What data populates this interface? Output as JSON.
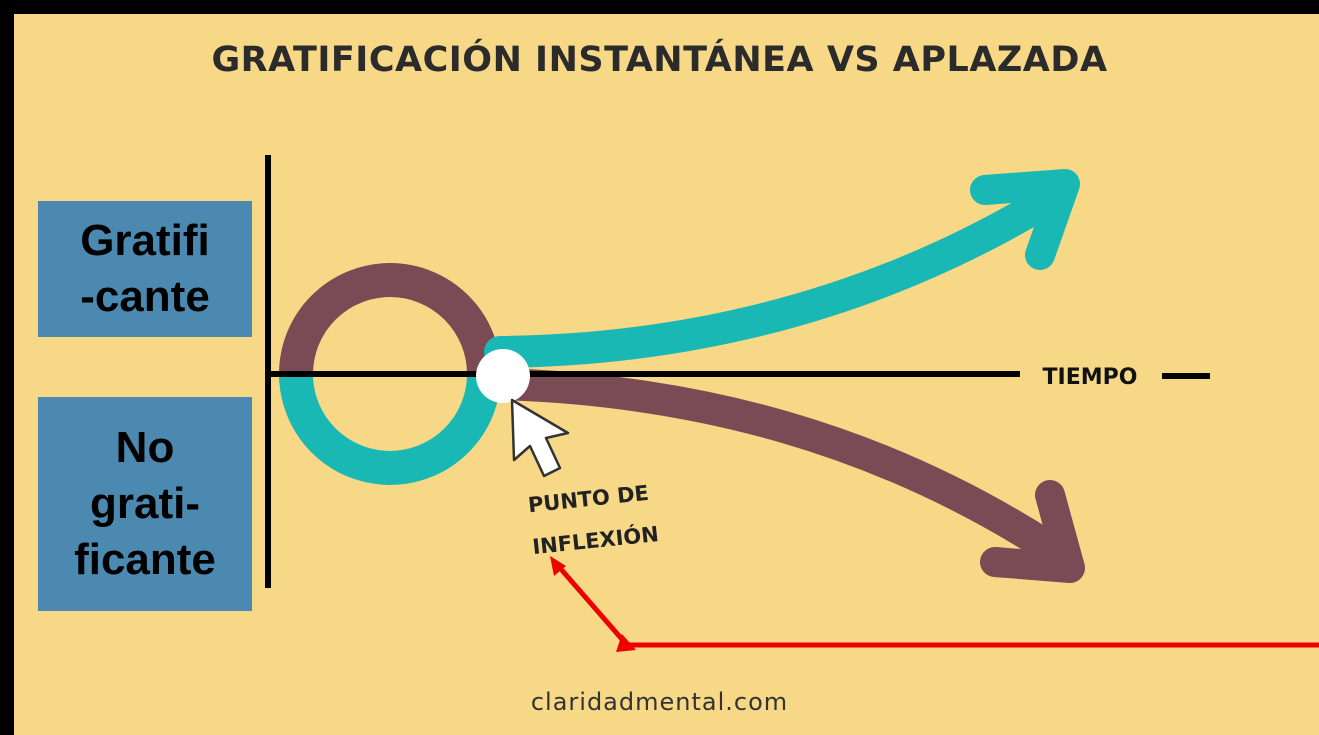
{
  "title": "GRATIFICACIÓN INSTANTÁNEA VS APLAZADA",
  "labels": {
    "positive_line1": "Gratifi",
    "positive_line2": "-cante",
    "negative_line1": "No",
    "negative_line2": "grati-",
    "negative_line3": "ficante"
  },
  "axis_label": "TIEMPO",
  "inflection_label": {
    "line1": "PUNTO DE",
    "line2": "INFLEXIÓN"
  },
  "footer": "claridadmental.com",
  "colors": {
    "background": "#f7d886",
    "label_box": "#4c89b0",
    "teal_curve": "#1ab8b4",
    "maroon_curve": "#7a4a55",
    "annotation_arrow": "#ee0000"
  }
}
